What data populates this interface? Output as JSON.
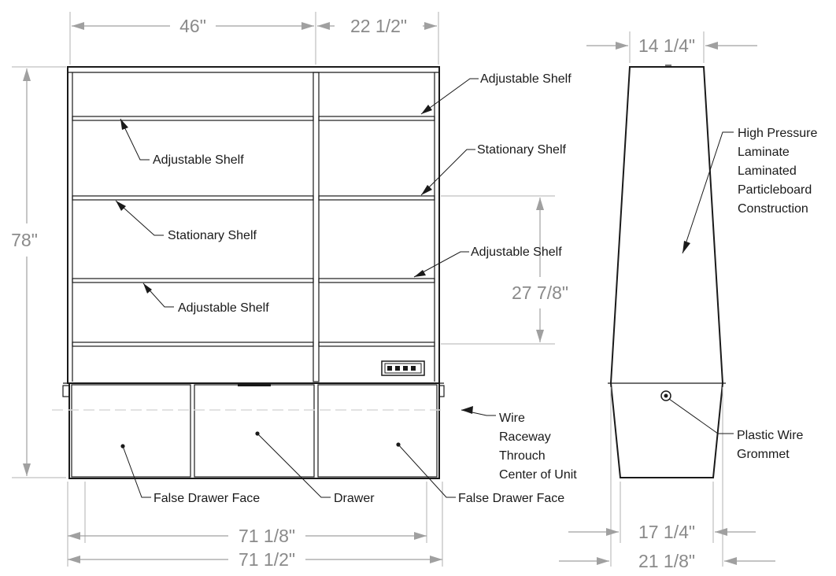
{
  "dimensions": {
    "width_upper_left": "46\"",
    "width_upper_right": "22 1/2\"",
    "height_total": "78\"",
    "height_section": "27 7/8\"",
    "width_inner": "71 1/8\"",
    "width_outer": "71 1/2\"",
    "side_top": "14 1/4\"",
    "side_base_inner": "17 1/4\"",
    "side_base_outer": "21 1/8\""
  },
  "labels": {
    "adjustable_shelf_top_right": "Adjustable Shelf",
    "adjustable_shelf_left_upper": "Adjustable Shelf",
    "stationary_shelf_right": "Stationary Shelf",
    "stationary_shelf_left": "Stationary Shelf",
    "adjustable_shelf_right_lower": "Adjustable Shelf",
    "adjustable_shelf_left_lower": "Adjustable Shelf",
    "material": [
      "High Pressure",
      "Laminate",
      "Laminated",
      "Particleboard",
      "Construction"
    ],
    "wire_raceway": [
      "Wire",
      "Raceway",
      "Throuch",
      "Center of Unit"
    ],
    "grommet": [
      "Plastic Wire",
      "Grommet"
    ],
    "false_drawer_left": "False Drawer Face",
    "drawer": "Drawer",
    "false_drawer_right": "False Drawer Face"
  },
  "icons": {
    "outlet": "power-outlet-icon"
  }
}
